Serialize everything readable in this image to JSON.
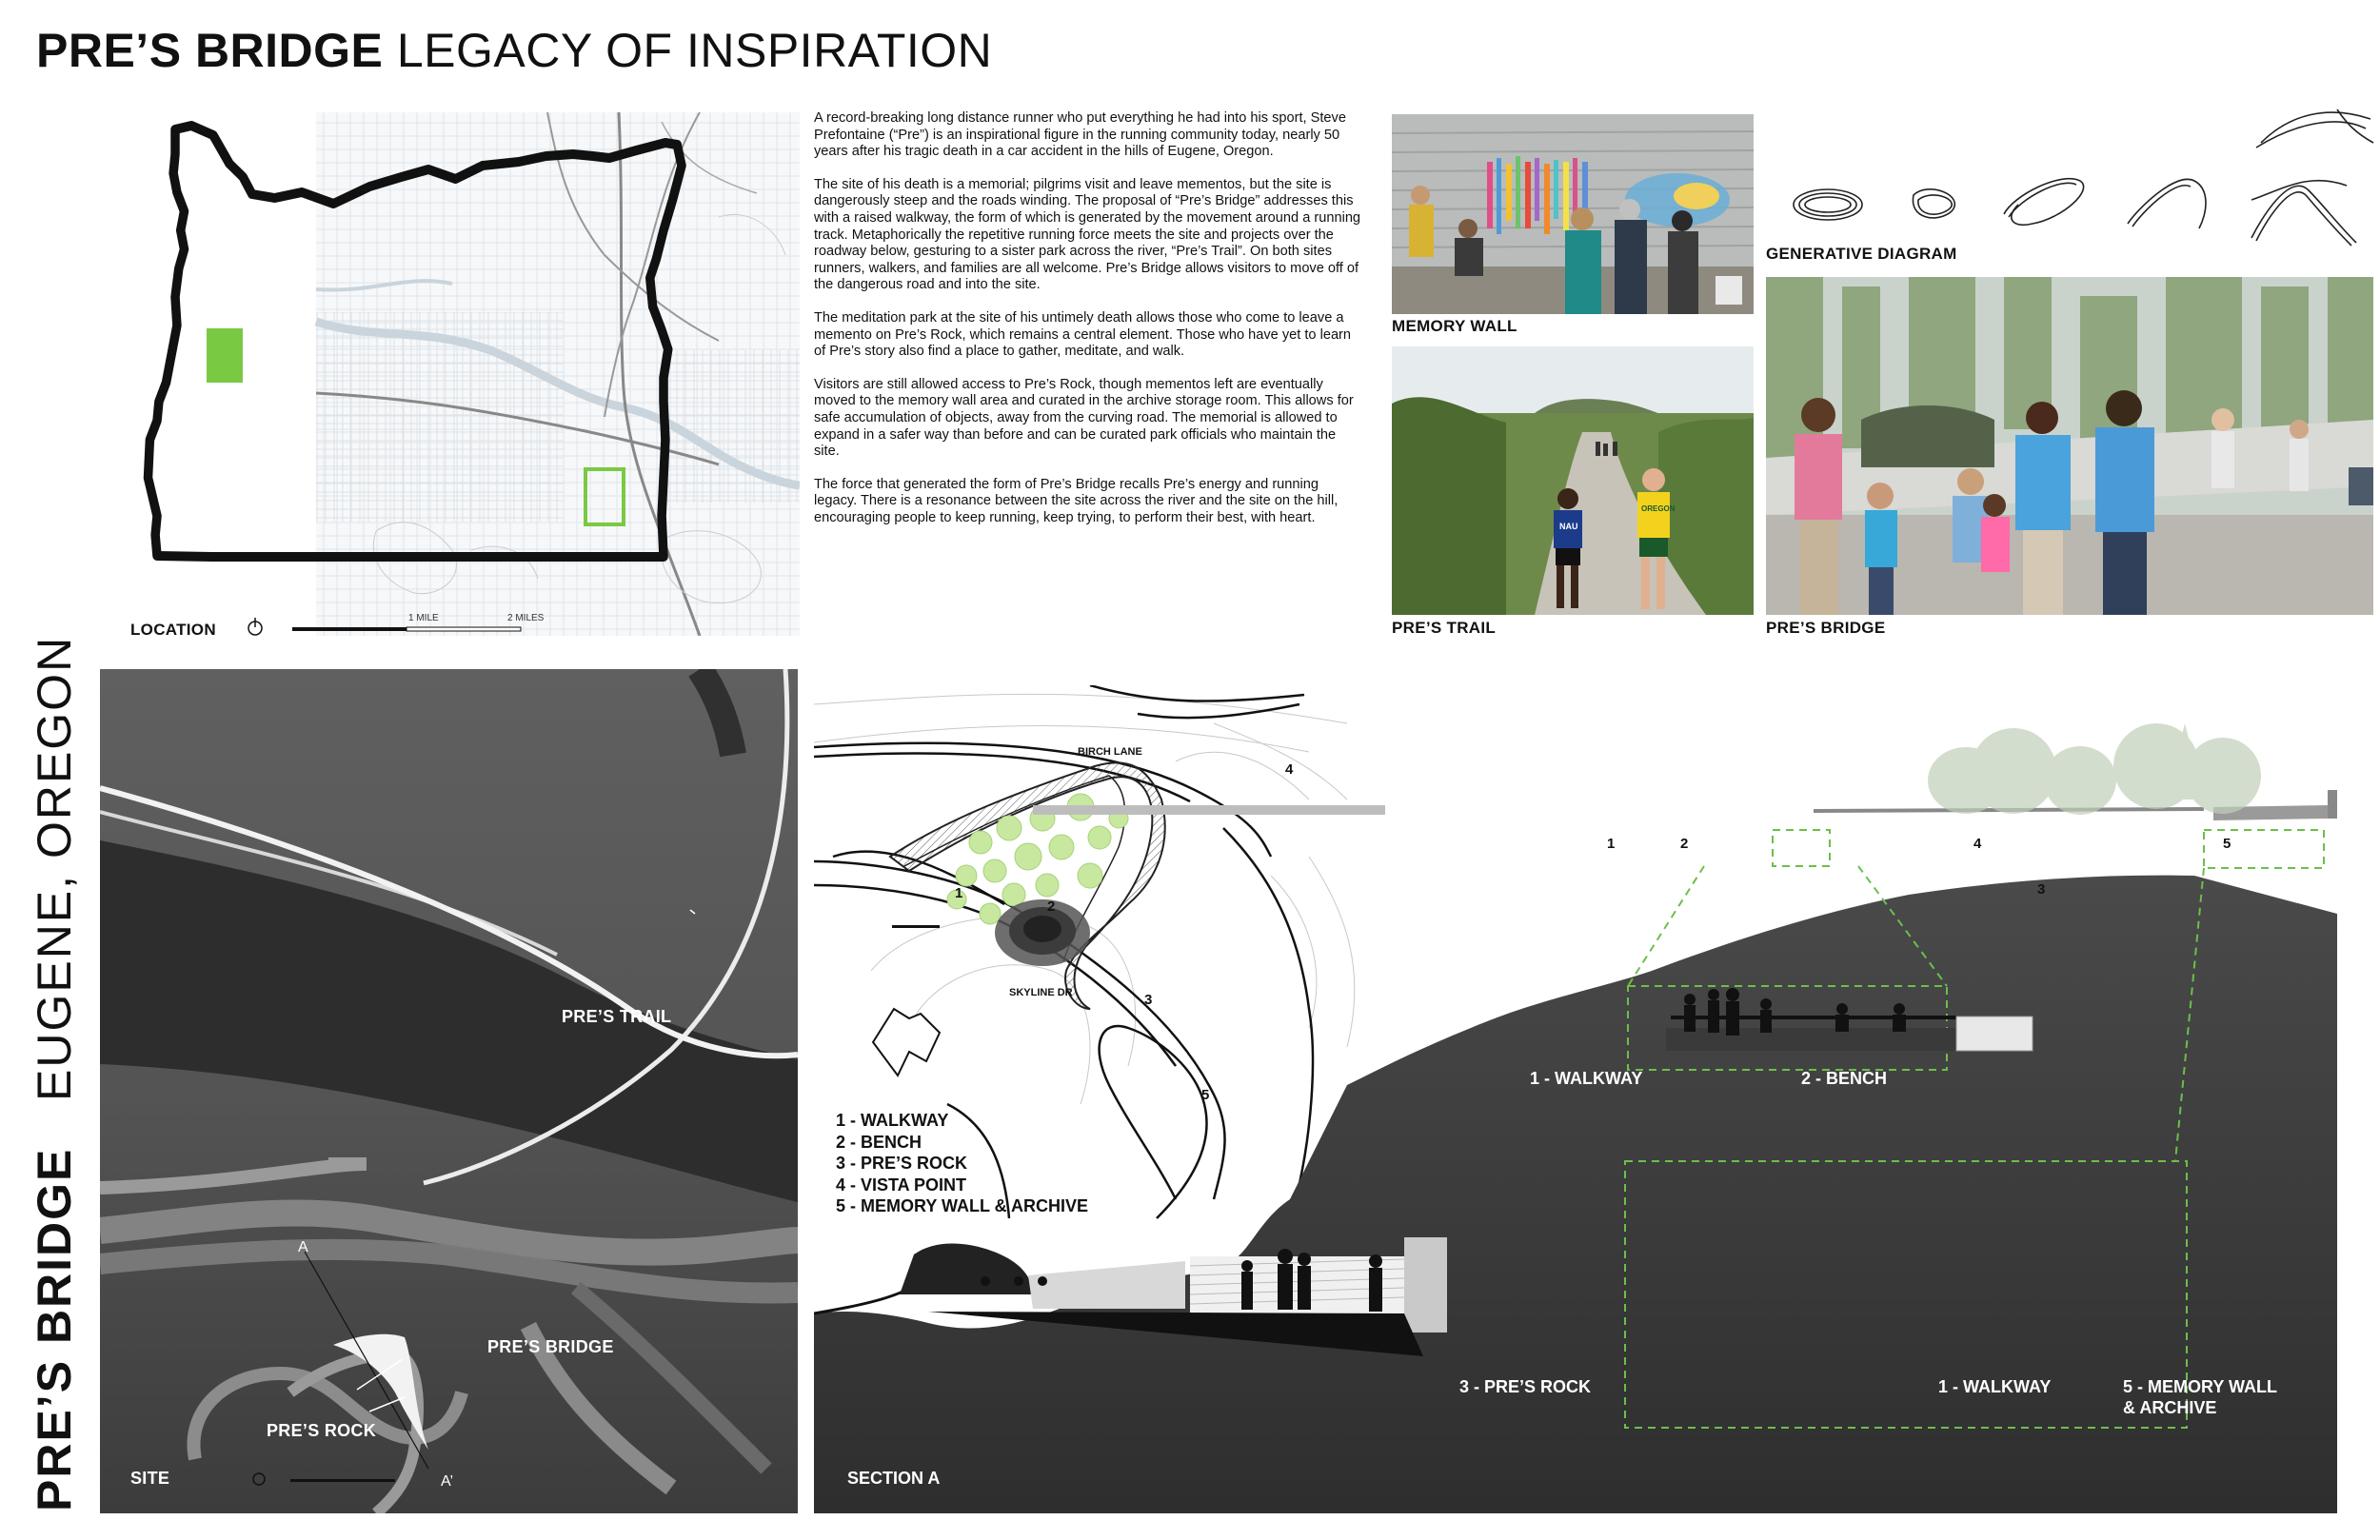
{
  "title": {
    "bold": "PRE’S BRIDGE",
    "rest": "LEGACY OF INSPIRATION"
  },
  "location": {
    "caption": "LOCATION",
    "scale_1": "1 MILE",
    "scale_2": "2 MILES"
  },
  "narrative": [
    "A record-breaking long distance runner who put everything he had into his sport, Steve Prefontaine (“Pre”) is an inspirational figure in the running community today, nearly 50 years after his tragic death in a car accident in the hills of Eugene, Oregon.",
    "The site of his death is a memorial; pilgrims visit and leave mementos, but the site is dangerously steep and the roads winding. The proposal of “Pre’s Bridge” addresses this with a raised walkway, the form of which is generated by the movement around a running track. Metaphorically the repetitive running force meets the site and projects over the roadway below, gesturing to a sister park across the river, “Pre’s Trail”. On both sites runners, walkers, and families are all welcome. Pre’s Bridge allows visitors to move off of the dangerous road and into the site.",
    "The meditation park at the site of his untimely death allows those who come to leave a memento on Pre’s Rock, which remains a central element. Those who have yet to learn of Pre’s story also find a place to gather, meditate, and walk.",
    "Visitors are still allowed access to Pre’s Rock, though mementos left are eventually moved to the memory wall area and curated in the archive storage room. This allows for safe accumulation of objects, away from the curving road. The memorial is allowed to expand in a safer way than before and can be curated park officials who maintain the site.",
    "The force that generated the form of Pre’s Bridge recalls Pre’s energy and running legacy. There is a resonance between the site across the river and the site on the hill, encouraging people to keep running, keep trying, to perform their best, with heart."
  ],
  "photos": {
    "memory_wall": "MEMORY WALL",
    "pres_trail": "PRE’S TRAIL",
    "generative": "GENERATIVE DIAGRAM",
    "pres_bridge": "PRE’S BRIDGE",
    "shirt_left": "NAU",
    "shirt_right": "OREGON"
  },
  "vertical": {
    "city": "EUGENE, OREGON",
    "project": "PRE’S BRIDGE"
  },
  "site": {
    "pres_trail": "PRE’S TRAIL",
    "pres_bridge": "PRE’S BRIDGE",
    "pres_rock": "PRE’S ROCK",
    "caption": "SITE",
    "section_mark_top": "A",
    "section_mark_bottom": "A’"
  },
  "plan": {
    "birch_lane": "BIRCH LANE",
    "skyline_dr": "SKYLINE DR",
    "legend": [
      "1 - WALKWAY",
      "2 - BENCH",
      "3 - PRE’S ROCK",
      "4 - VISTA POINT",
      "5 - MEMORY WALL & ARCHIVE"
    ],
    "numbers": [
      "1",
      "2",
      "3",
      "4",
      "5"
    ],
    "section_caption": "SECTION A"
  },
  "section": {
    "walkway": "1 - WALKWAY",
    "bench": "2 - BENCH",
    "pres_rock": "3 - PRE’S ROCK",
    "walkway_2": "1 - WALKWAY",
    "memory_wall_1": "5 - MEMORY WALL",
    "memory_wall_2": "& ARCHIVE"
  },
  "colors": {
    "accent_green": "#7ac943",
    "map_grey": "#5a5a5a",
    "dashed_green": "#6cbf4a"
  }
}
